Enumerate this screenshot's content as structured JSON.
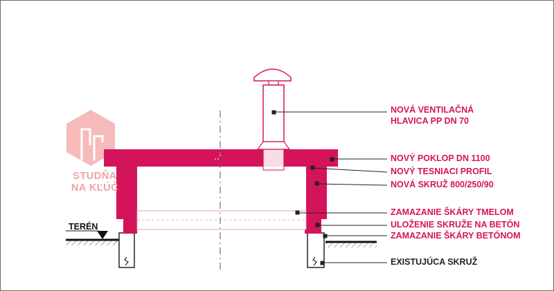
{
  "logo": {
    "line1": "STUDŇA",
    "line2": "NA KĽÚČ"
  },
  "labels": {
    "ventilation_head": [
      "NOVÁ VENTILAČNÁ",
      "HLAVICA PP DN 70"
    ],
    "cover": "NOVÝ POKLOP DN 1100",
    "seal_profile": "NOVÝ TESNIACI PROFIL",
    "new_ring": "NOVÁ SKRUŽ 800/250/90",
    "joint_putty": "ZAMAZANIE ŠKÁRY TMELOM",
    "ring_bedding": "ULOŽENIE SKRUŽE NA BETÓN",
    "joint_concrete": "ZAMAZANIE ŠKÁRY BETÓNOM",
    "existing_ring": "EXISTUJÚCA SKRUŽ",
    "terrain": "TERÉN"
  },
  "colors": {
    "new_elements": "#d4145a",
    "label_pink": "#d4145a",
    "label_dark": "#222222",
    "existing_ring_fill": "#ffffff",
    "logo": "#f0a2a2",
    "outline": "#1a1a1a"
  },
  "icons": {
    "logo": "hexagon-well-logo",
    "terrain_marker": "triangle-down-icon"
  }
}
